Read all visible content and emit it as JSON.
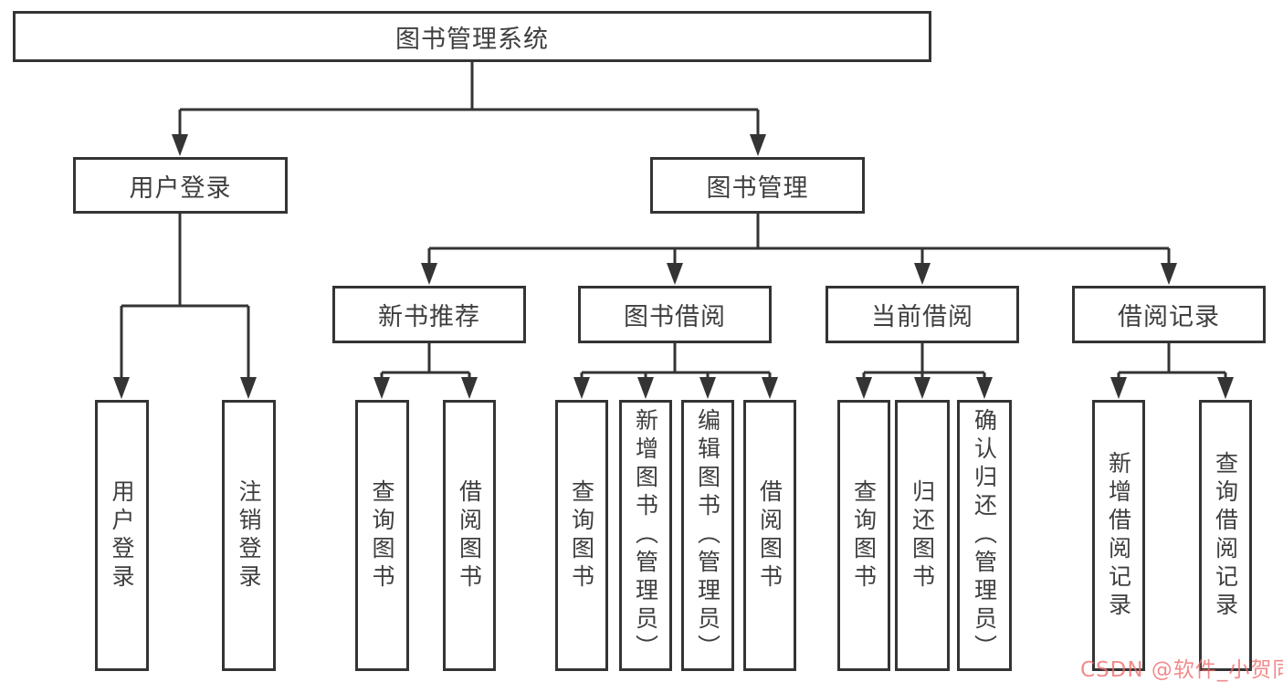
{
  "diagram": {
    "type": "hierarchy",
    "tree": {
      "root": {
        "label": "图书管理系统"
      },
      "branches": [
        {
          "label": "用户登录",
          "children": [
            {
              "label": "用户登录"
            },
            {
              "label": "注销登录"
            }
          ]
        },
        {
          "label": "图书管理",
          "children": [
            {
              "label": "新书推荐",
              "children": [
                {
                  "label": "查询图书"
                },
                {
                  "label": "借阅图书"
                }
              ]
            },
            {
              "label": "图书借阅",
              "children": [
                {
                  "label": "查询图书"
                },
                {
                  "label": "新增图书（管理员）"
                },
                {
                  "label": "编辑图书（管理员）"
                },
                {
                  "label": "借阅图书"
                }
              ]
            },
            {
              "label": "当前借阅",
              "children": [
                {
                  "label": "查询图书"
                },
                {
                  "label": "归还图书"
                },
                {
                  "label": "确认归还（管理员）"
                }
              ]
            },
            {
              "label": "借阅记录",
              "children": [
                {
                  "label": "新增借阅记录"
                },
                {
                  "label": "查询借阅记录"
                }
              ]
            }
          ]
        }
      ]
    },
    "colors": {
      "line": "#343434",
      "box_border": "#343434",
      "text": "#3e3e3e",
      "background": "#ffffff",
      "watermark": "#ed6a6a"
    }
  },
  "watermark": {
    "text": "CSDN @软件_小贺同学"
  }
}
